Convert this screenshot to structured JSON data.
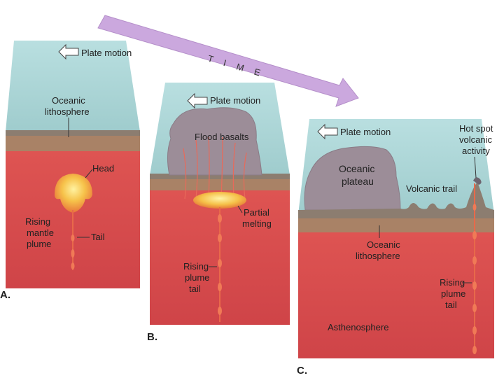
{
  "time_arrow": {
    "label": "T I M E"
  },
  "panel_a": {
    "letter": "A.",
    "plate_motion": "Plate motion",
    "oceanic_lithosphere_line1": "Oceanic",
    "oceanic_lithosphere_line2": "lithosphere",
    "head": "Head",
    "tail": "Tail",
    "rising_line1": "Rising",
    "rising_line2": "mantle",
    "rising_line3": "plume"
  },
  "panel_b": {
    "letter": "B.",
    "plate_motion": "Plate motion",
    "flood_basalts": "Flood basalts",
    "partial_line1": "Partial",
    "partial_line2": "melting",
    "rising_line1": "Rising",
    "rising_line2": "plume",
    "rising_line3": "tail"
  },
  "panel_c": {
    "letter": "C.",
    "plate_motion": "Plate motion",
    "plateau_line1": "Oceanic",
    "plateau_line2": "plateau",
    "volcanic_trail": "Volcanic trail",
    "hotspot_line1": "Hot spot",
    "hotspot_line2": "volcanic",
    "hotspot_line3": "activity",
    "litho_line1": "Oceanic",
    "litho_line2": "lithosphere",
    "rising_line1": "Rising",
    "rising_line2": "plume",
    "rising_line3": "tail",
    "asthenosphere": "Asthenosphere"
  },
  "colors": {
    "ocean": "#a9d3d1",
    "ocean_light": "#c5e4e2",
    "lithosphere": "#8a7a6a",
    "crust_band": "#b08a6a",
    "mantle": "#d94c4c",
    "mantle_dark": "#c63e42",
    "plume_head": "#f2b23a",
    "plateau": "#9a8a96",
    "time_arrow": "#c9a6df"
  }
}
